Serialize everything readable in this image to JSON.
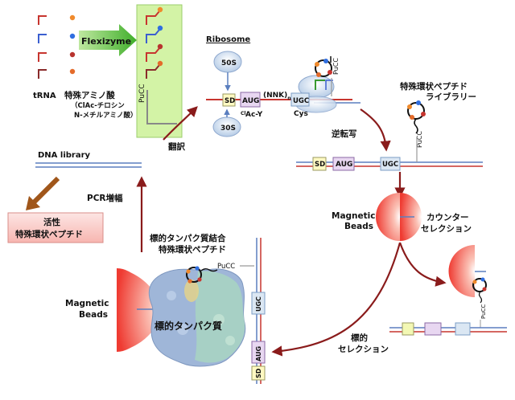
{
  "flexizyme": {
    "label": "Flexizyme",
    "trna_label": "tRNA",
    "aa_label": "特殊アミノ酸",
    "aa_sub1": "（ClAc-チロシン",
    "aa_sub2": "N-メチルアミノ酸）",
    "pucc": "PuCC"
  },
  "ribosome": {
    "title": "Ribosome",
    "s50": "50S",
    "s30": "30S",
    "sd": "SD",
    "aug": "AUG",
    "nnk": "(NNK)",
    "nnk_sub": "n",
    "ugc": "UGC",
    "clac": "Cl",
    "ac_y": "Ac-Y",
    "cys": "Cys",
    "pucc": "PuCC"
  },
  "library_label_line1": "特殊環状ペプチド",
  "library_label_line2": "ライブラリー",
  "translation_label": "翻訳",
  "reverse_transcription_label": "逆転写",
  "rt_strand": {
    "sd": "SD",
    "aug": "AUG",
    "ugc": "UGC"
  },
  "dna_library_label": "DNA library",
  "pcr_label": "PCR増幅",
  "active_box": {
    "line1": "活性",
    "line2": "特殊環状ペプチド"
  },
  "counter_selection": {
    "beads_line1": "Magnetic",
    "beads_line2": "Beads",
    "label_line1": "カウンター",
    "label_line2": "セレクション",
    "pucc": "PuCC"
  },
  "target_selection": {
    "line1": "標的",
    "line2": "セレクション",
    "bound_line1": "標的タンパク質結合",
    "bound_line2": "特殊環状ペプチド",
    "beads_line1": "Magnetic",
    "beads_line2": "Beads",
    "protein_label": "標的タンパク質",
    "pucc": "PuCC",
    "ugc": "UGC",
    "aug": "AUG",
    "sd": "SD"
  },
  "colors": {
    "arrow": "#8a1b1b",
    "green_box": "#d3f3a6",
    "bead": "#f2554e",
    "protein": "#a9c0dd",
    "strand_red": "#c7352f",
    "strand_blue": "#6a8ac8"
  }
}
